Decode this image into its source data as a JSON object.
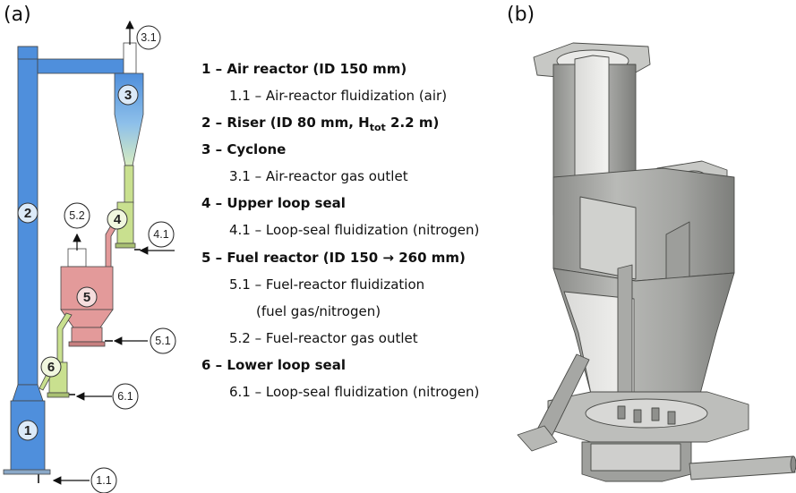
{
  "panels": {
    "a": "(a)",
    "b": "(b)"
  },
  "component_numbers": {
    "air_reactor": "1",
    "riser": "2",
    "cyclone": "3",
    "upper_loop_seal": "4",
    "fuel_reactor": "5",
    "lower_loop_seal": "6"
  },
  "callouts": {
    "c1_1": "1.1",
    "c3_1": "3.1",
    "c4_1": "4.1",
    "c5_1": "5.1",
    "c5_2": "5.2",
    "c6_1": "6.1"
  },
  "legend": {
    "l1": "1 – Air reactor (ID 150 mm)",
    "l1_1": "1.1 – Air-reactor fluidization (air)",
    "l2_pre": "2 – Riser (ID 80 mm, H",
    "l2_sub": "tot",
    "l2_post": " 2.2 m)",
    "l3": "3 – Cyclone",
    "l3_1": "3.1 – Air-reactor gas outlet",
    "l4": "4 – Upper loop seal",
    "l4_1": "4.1 – Loop-seal fluidization (nitrogen)",
    "l5": "5 – Fuel reactor (ID 150 → 260 mm)",
    "l5_1": "5.1 – Fuel-reactor fluidization",
    "l5_1b": "(fuel gas/nitrogen)",
    "l5_2": "5.2 – Fuel-reactor gas outlet",
    "l6": "6 – Lower loop seal",
    "l6_1": "6.1 – Loop-seal fluidization (nitrogen)"
  },
  "colors": {
    "air_reactor_blue": "#4f8fdc",
    "cyclone_gradient_end": "#cfe6f5",
    "loop_seal_green": "#c9e08f",
    "fuel_reactor_pink": "#e39a9a",
    "cad_gray": "#a7a8a5",
    "cad_dark": "#6f706d",
    "cad_light": "#e4e4e2"
  }
}
